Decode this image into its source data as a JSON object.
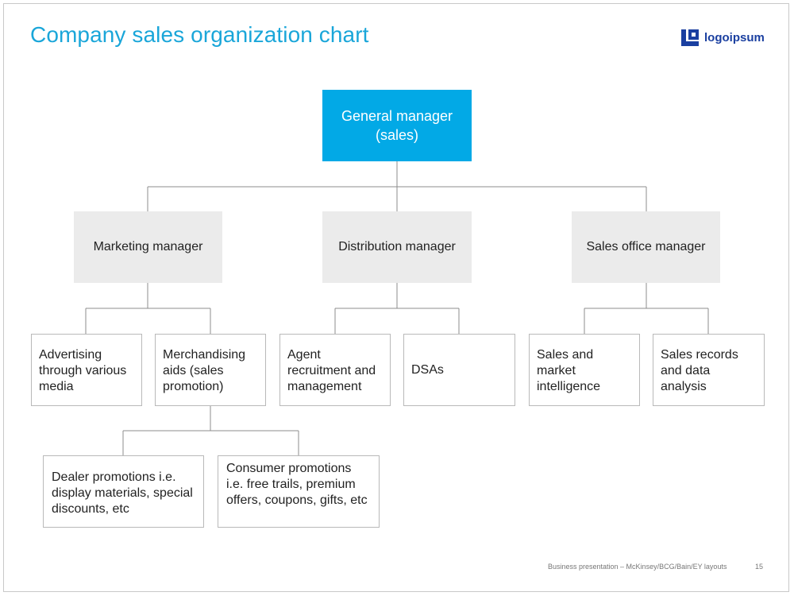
{
  "slide": {
    "title": "Company sales organization chart",
    "logo_text": "logoipsum",
    "footer": "Business presentation – McKinsey/BCG/Bain/EY layouts",
    "page_number": "15"
  },
  "colors": {
    "title": "#1aa6d9",
    "top_box": "#02a9e6",
    "manager_box": "#ebebeb",
    "leaf_border": "#b9b9b9",
    "connector": "#8c8c8c",
    "logo": "#1a3fa0"
  },
  "icons": {
    "logo": "logo-mark-icon"
  },
  "org": {
    "general_manager": "General manager (sales)",
    "managers": {
      "marketing": "Marketing manager",
      "distribution": "Distribution manager",
      "sales_office": "Sales office manager"
    },
    "units": {
      "advertising": "Advertising through various media",
      "merchandising": "Merchandising aids (sales promotion)",
      "agent": "Agent recruitment and management",
      "dsas": "DSAs",
      "sales_market": "Sales and market intelligence",
      "sales_records": "Sales records and data analysis",
      "dealer": "Dealer promotions i.e. display materials, special discounts, etc",
      "consumer": "Consumer promotions i.e. free trails, premium offers, coupons, gifts, etc"
    }
  }
}
